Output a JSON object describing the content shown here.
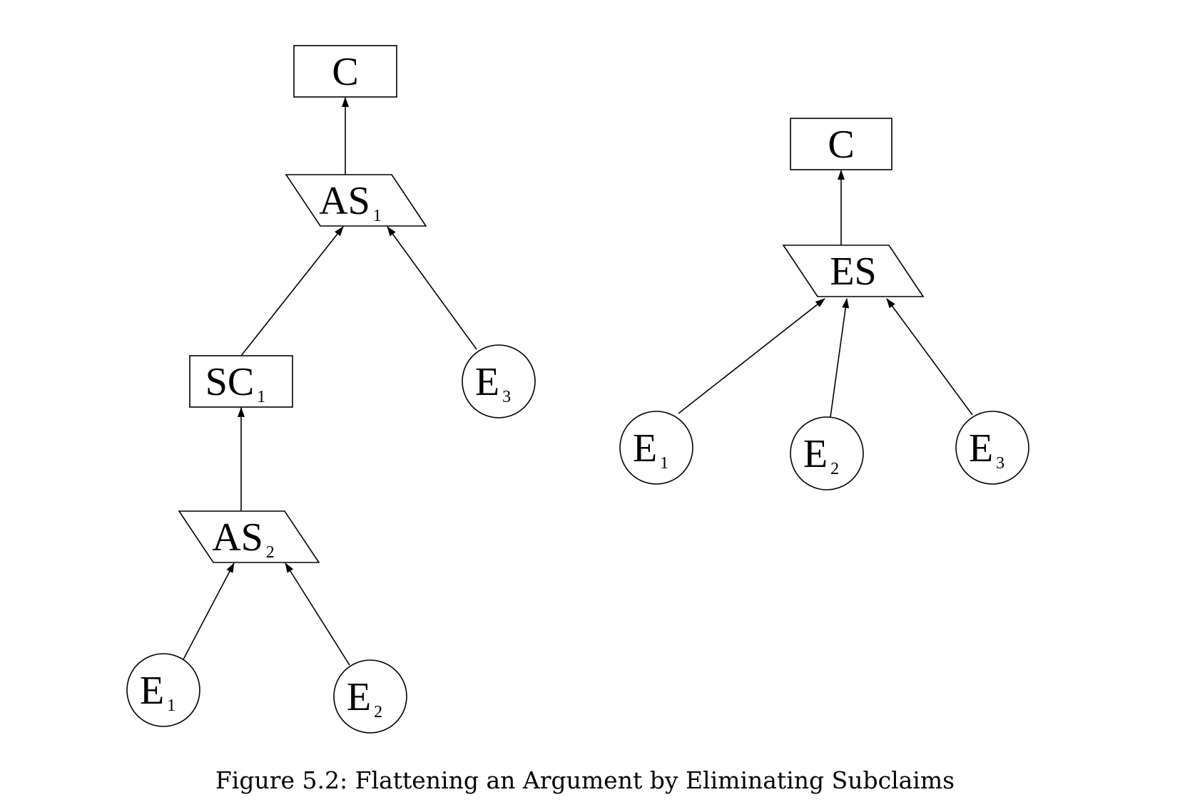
{
  "caption": "Figure 5.2: Flattening an Argument by Eliminating Subclaims",
  "left_tree": {
    "nodes": [
      {
        "id": "L-C",
        "kind": "claim",
        "label": "C",
        "sub": ""
      },
      {
        "id": "L-AS1",
        "kind": "strategy",
        "label": "AS",
        "sub": "1"
      },
      {
        "id": "L-SC1",
        "kind": "claim",
        "label": "SC",
        "sub": "1"
      },
      {
        "id": "L-E3",
        "kind": "evidence",
        "label": "E",
        "sub": "3"
      },
      {
        "id": "L-AS2",
        "kind": "strategy",
        "label": "AS",
        "sub": "2"
      },
      {
        "id": "L-E1",
        "kind": "evidence",
        "label": "E",
        "sub": "1"
      },
      {
        "id": "L-E2",
        "kind": "evidence",
        "label": "E",
        "sub": "2"
      }
    ],
    "edges": [
      {
        "from": "L-AS1",
        "to": "L-C"
      },
      {
        "from": "L-SC1",
        "to": "L-AS1"
      },
      {
        "from": "L-E3",
        "to": "L-AS1"
      },
      {
        "from": "L-AS2",
        "to": "L-SC1"
      },
      {
        "from": "L-E1",
        "to": "L-AS2"
      },
      {
        "from": "L-E2",
        "to": "L-AS2"
      }
    ]
  },
  "right_tree": {
    "nodes": [
      {
        "id": "R-C",
        "kind": "claim",
        "label": "C",
        "sub": ""
      },
      {
        "id": "R-ES",
        "kind": "strategy",
        "label": "ES",
        "sub": ""
      },
      {
        "id": "R-E1",
        "kind": "evidence",
        "label": "E",
        "sub": "1"
      },
      {
        "id": "R-E2",
        "kind": "evidence",
        "label": "E",
        "sub": "2"
      },
      {
        "id": "R-E3",
        "kind": "evidence",
        "label": "E",
        "sub": "3"
      }
    ],
    "edges": [
      {
        "from": "R-ES",
        "to": "R-C"
      },
      {
        "from": "R-E1",
        "to": "R-ES"
      },
      {
        "from": "R-E2",
        "to": "R-ES"
      },
      {
        "from": "R-E3",
        "to": "R-ES"
      }
    ]
  }
}
